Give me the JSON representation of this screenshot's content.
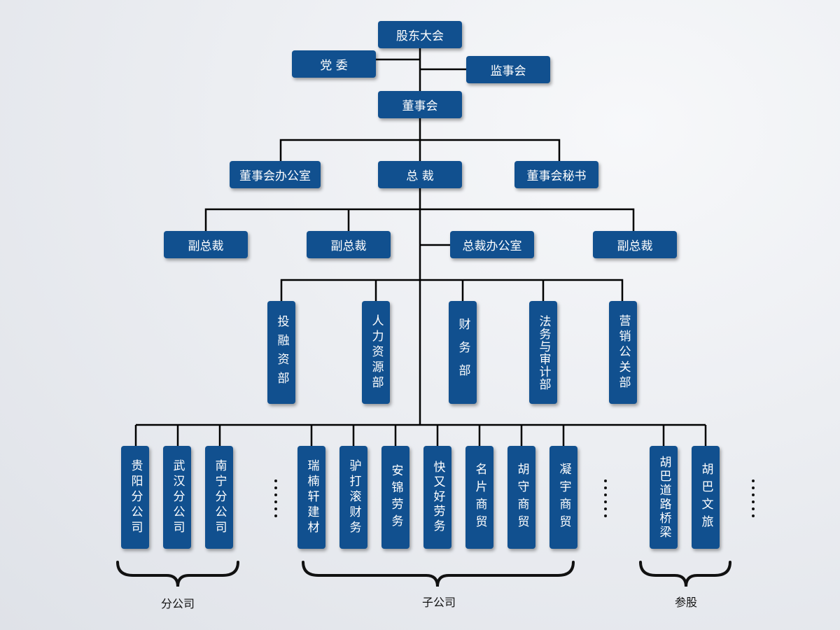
{
  "colors": {
    "box": "#11508f",
    "box_text": "#ffffff",
    "line": "#000000"
  },
  "top": {
    "shareholders": "股东大会",
    "party": "党 委",
    "supervisors": "监事会",
    "board": "董事会"
  },
  "level2": {
    "board_office": "董事会办公室",
    "president": "总 裁",
    "board_secretary": "董事会秘书"
  },
  "level3": {
    "vp1": "副总裁",
    "vp2": "副总裁",
    "president_office": "总裁办公室",
    "vp3": "副总裁"
  },
  "departments": [
    "投融资部",
    "人力资源部",
    "财务部",
    "法务与审计部",
    "营销公关部"
  ],
  "branches": [
    "贵阳分公司",
    "武汉分公司",
    "南宁分公司"
  ],
  "subsidiaries": [
    "瑞楠轩建材",
    "驴打滚财务",
    "安锦劳务",
    "快又好劳务",
    "名片商贸",
    "胡守商贸",
    "凝宇商贸"
  ],
  "holdings": [
    "胡巴道路桥梁",
    "胡巴文旅"
  ],
  "groups": {
    "branches": "分公司",
    "subsidiaries": "子公司",
    "holdings": "参股"
  }
}
